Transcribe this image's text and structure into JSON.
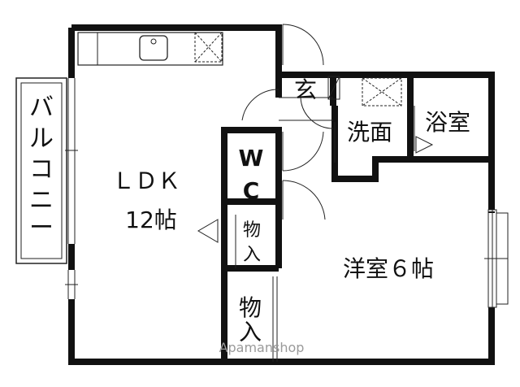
{
  "rooms": {
    "balcony": "バルコニー",
    "ldk_name": "ＬＤＫ",
    "ldk_size": "12帖",
    "genkan": "玄",
    "senmen": "洗面",
    "yokushitsu": "浴室",
    "wc_top": "W",
    "wc_bottom": "C",
    "storage1": "物入",
    "storage2": "物入",
    "yoshitsu": "洋室６帖"
  },
  "watermark": "Apamanshop"
}
